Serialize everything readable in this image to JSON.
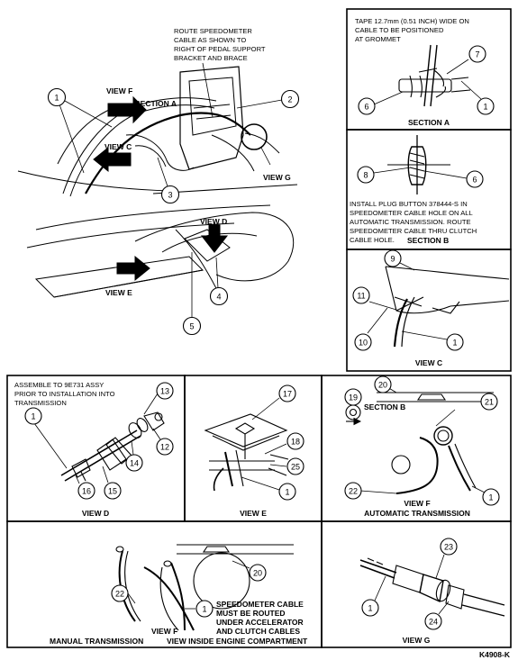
{
  "panels": {
    "main": {
      "note": [
        "ROUTE SPEEDOMETER",
        "CABLE AS SHOWN TO",
        "RIGHT OF PEDAL SUPPORT",
        "BRACKET AND BRACE"
      ],
      "view_f": "VIEW F",
      "section_a": "SECTION A",
      "view_c": "VIEW C",
      "view_g": "VIEW G",
      "view_d": "VIEW D",
      "view_e": "VIEW E",
      "callouts": [
        "1",
        "2",
        "3",
        "4",
        "5"
      ]
    },
    "section_a": {
      "note": [
        "TAPE 12.7mm (0.51 INCH) WIDE ON",
        "CABLE TO BE POSITIONED",
        "AT GROMMET"
      ],
      "title": "SECTION A",
      "callouts": [
        "7",
        "6",
        "1"
      ]
    },
    "section_b": {
      "note": [
        "INSTALL PLUG BUTTON 378444-S IN",
        "SPEEDOMETER CABLE HOLE ON ALL",
        "AUTOMATIC TRANSMISSION. ROUTE",
        "SPEEDOMETER CABLE THRU CLUTCH",
        "CABLE HOLE."
      ],
      "title": "SECTION B",
      "callouts": [
        "8",
        "6"
      ]
    },
    "view_c": {
      "title": "VIEW C",
      "callouts": [
        "9",
        "11",
        "10",
        "1"
      ]
    },
    "view_d": {
      "note": [
        "ASSEMBLE TO 9E731 ASSY",
        "PRIOR TO INSTALLATION INTO",
        "TRANSMISSION"
      ],
      "title": "VIEW D",
      "callouts": [
        "13",
        "1",
        "12",
        "14",
        "16",
        "15"
      ]
    },
    "view_e": {
      "title": "VIEW E",
      "callouts": [
        "17",
        "18",
        "25",
        "1"
      ]
    },
    "view_f_auto": {
      "section_b": "SECTION B",
      "view_f": "VIEW F",
      "title": "AUTOMATIC TRANSMISSION",
      "callouts": [
        "20",
        "19",
        "21",
        "22",
        "1"
      ]
    },
    "manual": {
      "note": [
        "SPEEDOMETER CABLE",
        "MUST BE ROUTED",
        "UNDER ACCELERATOR",
        "AND CLUTCH CABLES"
      ],
      "view_f": "VIEW F",
      "caption_left": "MANUAL TRANSMISSION",
      "caption_right": "VIEW INSIDE ENGINE COMPARTMENT",
      "callouts": [
        "20",
        "22",
        "1"
      ]
    },
    "view_g": {
      "title": "VIEW G",
      "callouts": [
        "23",
        "1",
        "24"
      ]
    }
  },
  "figure_id": "K4908-K"
}
